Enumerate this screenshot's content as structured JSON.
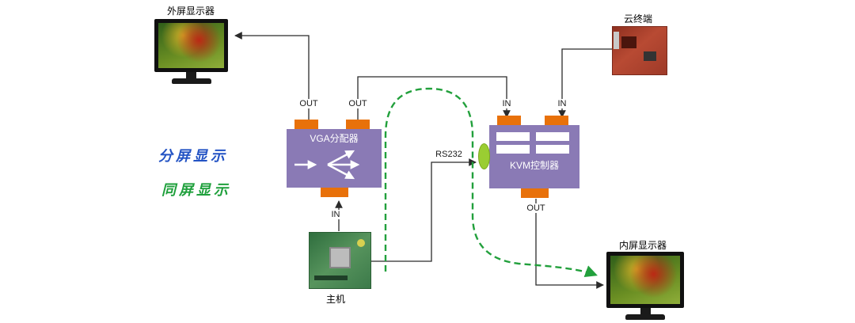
{
  "diagram": {
    "devices": {
      "external_monitor": "外屏显示器",
      "cloud_terminal": "云终端",
      "vga_splitter": "VGA分配器",
      "kvm_controller": "KVM控制器",
      "host": "主机",
      "internal_monitor": "内屏显示器"
    },
    "ports": {
      "vga_out_left": "OUT",
      "vga_out_right": "OUT",
      "vga_in": "IN",
      "kvm_in_left": "IN",
      "kvm_in_right": "IN",
      "kvm_out": "OUT",
      "rs232": "RS232"
    },
    "legend": {
      "split_screen": "分屏显示",
      "same_screen": "同屏显示"
    },
    "colors": {
      "box_purple": "#8a7ab5",
      "tab_orange": "#e8710a",
      "split_screen_blue": "#2353c4",
      "same_screen_green": "#22a03c",
      "rs232_connector_green": "#9acd32",
      "wire_dark": "#2b2b2b"
    }
  }
}
